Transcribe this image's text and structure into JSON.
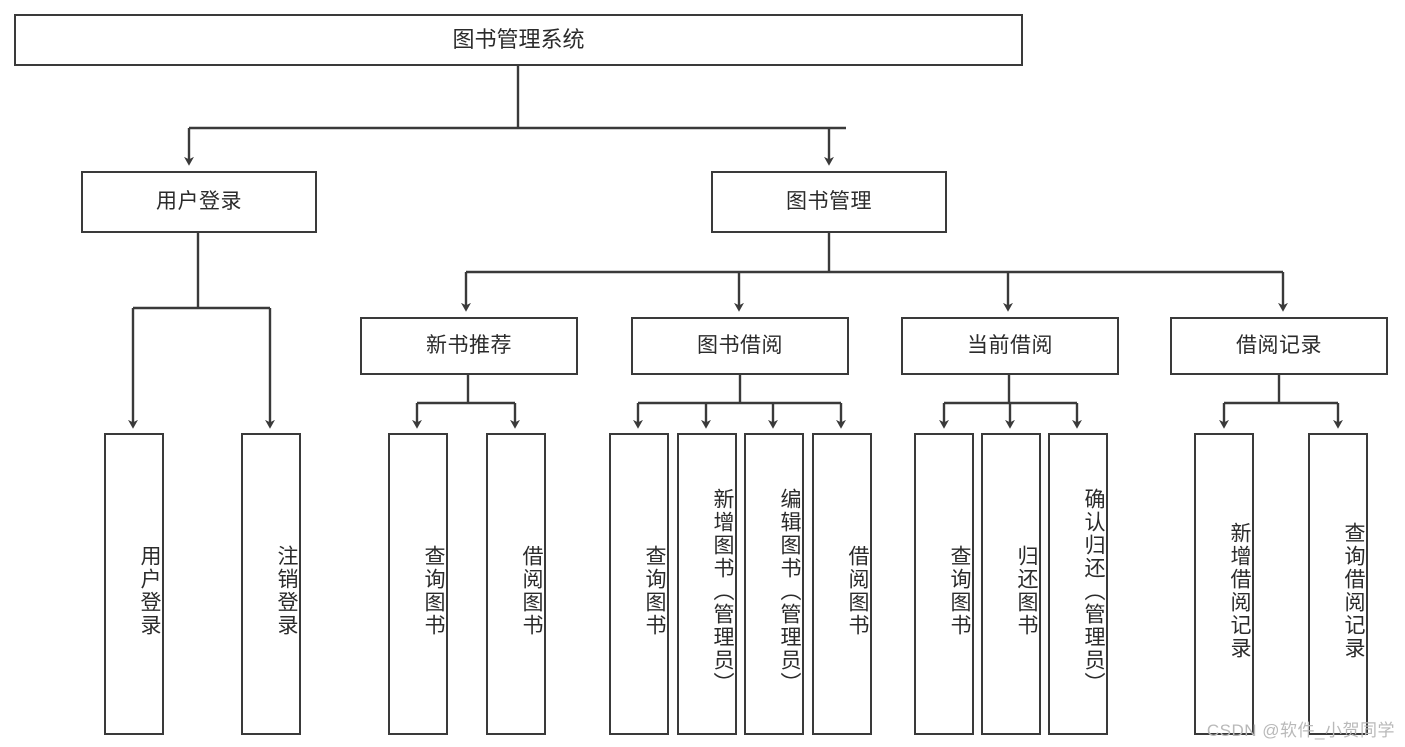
{
  "diagram": {
    "title": "图书管理系统",
    "watermark": "CSDN @软件_小贺同学",
    "colors": {
      "border": "#3a3a3a",
      "background": "#ffffff",
      "text": "#2b2b2b",
      "connector": "#3a3a3a",
      "watermark": "#b9b9b9"
    },
    "nodes": {
      "root": "图书管理系统",
      "level2": {
        "user_login": "用户登录",
        "book_manage": "图书管理"
      },
      "level3": {
        "new_book_recommend": "新书推荐",
        "book_borrow": "图书借阅",
        "current_borrow": "当前借阅",
        "borrow_record": "借阅记录"
      },
      "leaves": {
        "user_login_1": "用户登录",
        "user_login_2": "注销登录",
        "recommend_1": "查询图书",
        "recommend_2": "借阅图书",
        "borrow_1": "查询图书",
        "borrow_2": "新增图书（管理员）",
        "borrow_3": "编辑图书（管理员）",
        "borrow_4": "借阅图书",
        "current_1": "查询图书",
        "current_2": "归还图书",
        "current_3": "确认归还（管理员）",
        "record_1": "新增借阅记录",
        "record_2": "查询借阅记录"
      }
    }
  }
}
